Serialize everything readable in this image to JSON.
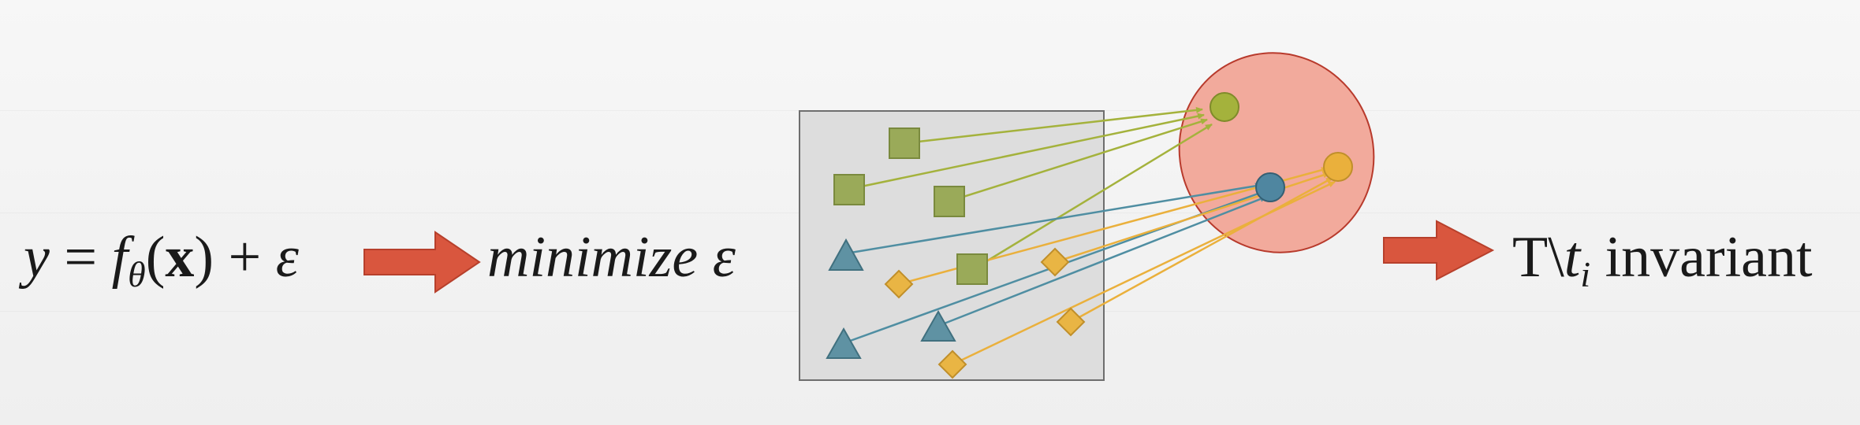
{
  "equation": {
    "y": "y",
    "eq": " = ",
    "f": "f",
    "theta": "θ",
    "lparen": "(",
    "x": "x",
    "rparen": ")",
    "plus": " + ",
    "eps": "ε"
  },
  "minimize": {
    "word": "minimize",
    "eps": "ε"
  },
  "result": {
    "T": "T\\",
    "t": "t",
    "sub_i": "i",
    "rest": " invariant"
  },
  "colors": {
    "arrow_red": "#d9563e",
    "green_shape": "#9aaa59",
    "teal_shape": "#5f92a3",
    "orange_shape": "#e9b544",
    "ellipse_fill": "#f2aa9c",
    "ellipse_stroke": "#b83a2c",
    "box_fill": "#dddddd"
  },
  "icons": [
    "square",
    "triangle",
    "diamond",
    "circle",
    "block-arrow"
  ]
}
